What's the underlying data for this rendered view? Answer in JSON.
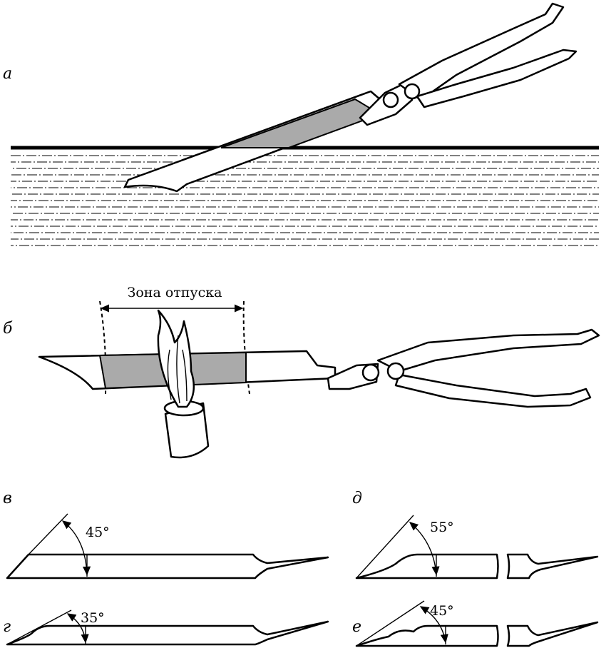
{
  "panels": {
    "a": {
      "label": "а"
    },
    "b": {
      "label": "б",
      "zone_label": "Зона отпуска"
    },
    "v": {
      "label": "в",
      "angle": "45°"
    },
    "g": {
      "label": "г",
      "angle": "35°"
    },
    "d": {
      "label": "д",
      "angle": "55°"
    },
    "e": {
      "label": "е",
      "angle": "45°"
    }
  },
  "colors": {
    "ink": "#000000",
    "tempered_zone": "#aaaaaa"
  }
}
